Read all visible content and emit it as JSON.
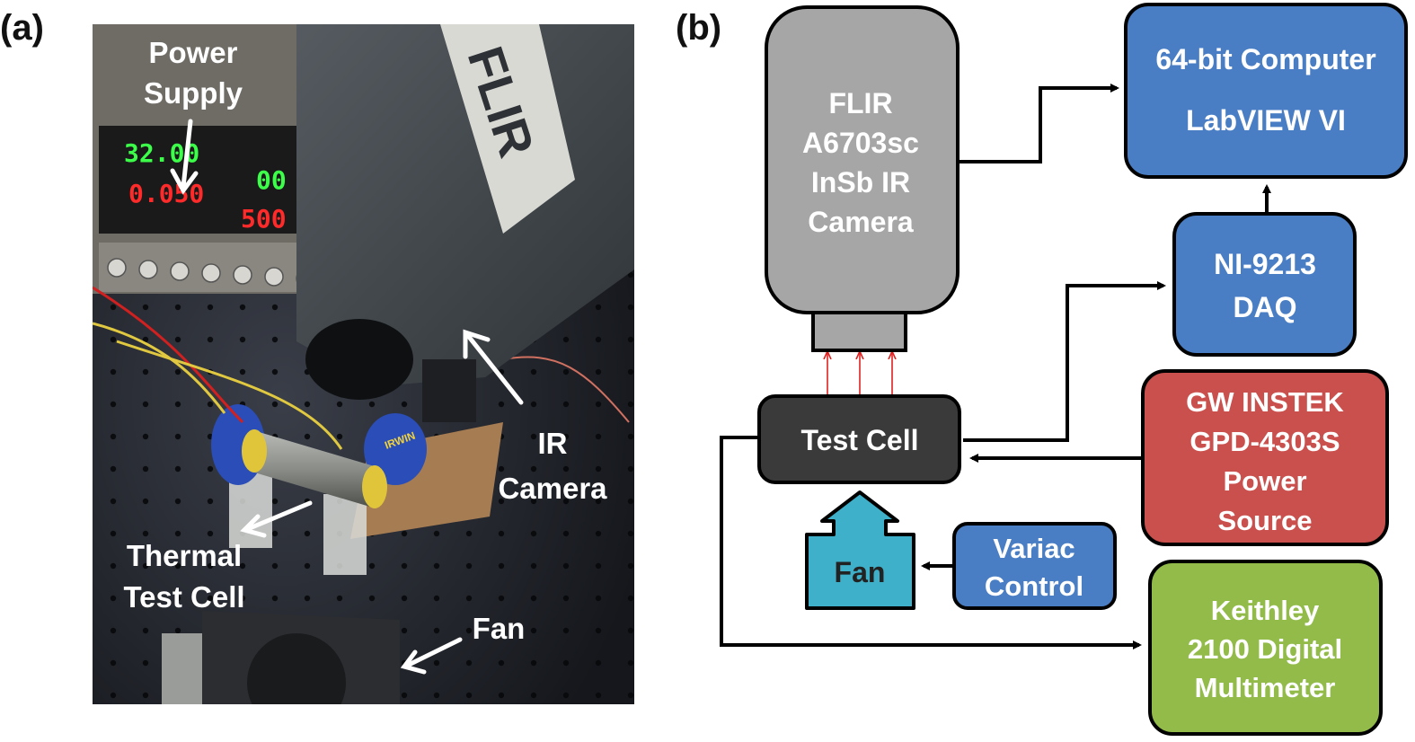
{
  "panel_a": {
    "label": "(a)",
    "photo_labels": {
      "power_supply": [
        "Power",
        "Supply"
      ],
      "ir_camera": [
        "IR",
        "Camera"
      ],
      "thermal_test_cell": [
        "Thermal",
        "Test Cell"
      ],
      "fan": "Fan"
    },
    "photo_text": {
      "lcd_voltage": "32.00",
      "lcd_current": "0.050",
      "lcd_voltage_2": "00",
      "lcd_current_2": "500",
      "camera_brand": "FLIR",
      "clamp_brand": "IRWIN"
    }
  },
  "panel_b": {
    "label": "(b)",
    "colors": {
      "camera": "#a6a6a6",
      "test_cell": "#3a3a3a",
      "computer": "#4a7ec4",
      "daq": "#4a7ec4",
      "power_source": "#c9504d",
      "multimeter": "#93bb4a",
      "fan": "#3fb0c9",
      "variac": "#4a7ec4",
      "ir_rays": "#e02020"
    },
    "boxes": {
      "camera": [
        "FLIR",
        "A6703sc",
        "InSb IR",
        "Camera"
      ],
      "computer": [
        "64-bit Computer",
        "LabVIEW VI"
      ],
      "daq": [
        "NI-9213",
        "DAQ"
      ],
      "power_source": [
        "GW INSTEK",
        "GPD-4303S",
        "Power",
        "Source"
      ],
      "test_cell": "Test Cell",
      "fan": "Fan",
      "variac": [
        "Variac",
        "Control"
      ],
      "multimeter": [
        "Keithley",
        "2100 Digital",
        "Multimeter"
      ]
    }
  }
}
